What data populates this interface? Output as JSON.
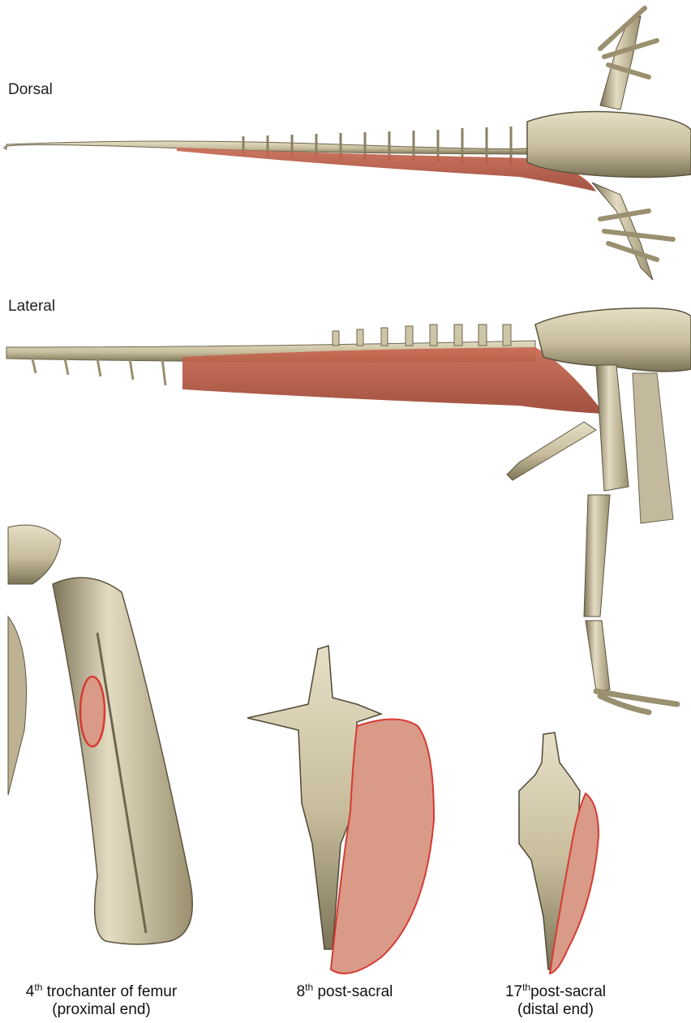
{
  "views": {
    "dorsal_label": "Dorsal",
    "lateral_label": "Lateral"
  },
  "captions": {
    "femur": {
      "num": "4",
      "sup": "th",
      "text": " trochanter of femur",
      "line2": "(proximal end)"
    },
    "post8": {
      "num": "8",
      "sup": "th",
      "text": " post-sacral"
    },
    "post17": {
      "num": "17",
      "sup": "th",
      "text": "post-sacral",
      "line2": "(distal end)"
    }
  },
  "colors": {
    "bone": "#cfc6a8",
    "bone_shadow": "#6e664f",
    "muscle": "#b65a45",
    "section_fill": "#d99a88",
    "section_outline": "#d63a32"
  }
}
